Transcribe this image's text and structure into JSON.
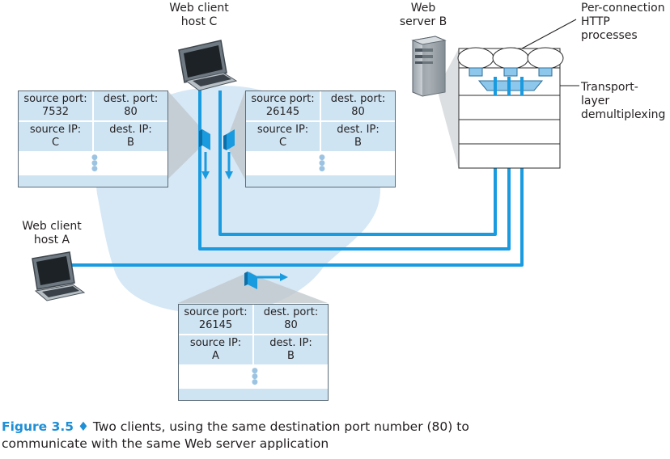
{
  "labels": {
    "host_c": [
      "Web client",
      "host C"
    ],
    "host_a": [
      "Web client",
      "host A"
    ],
    "server_b": [
      "Web",
      "server B"
    ],
    "per_connection": [
      "Per-connection",
      "HTTP",
      "processes"
    ],
    "transport": [
      "Transport-",
      "layer",
      "demultiplexing"
    ]
  },
  "segments": {
    "left": {
      "src_port_label": "source port:",
      "src_port": "7532",
      "dst_port_label": "dest. port:",
      "dst_port": "80",
      "src_ip_label": "source IP:",
      "src_ip": "C",
      "dst_ip_label": "dest. IP:",
      "dst_ip": "B"
    },
    "right": {
      "src_port_label": "source port:",
      "src_port": "26145",
      "dst_port_label": "dest. port:",
      "dst_port": "80",
      "src_ip_label": "source IP:",
      "src_ip": "C",
      "dst_ip_label": "dest. IP:",
      "dst_ip": "B"
    },
    "bottom": {
      "src_port_label": "source port:",
      "src_port": "26145",
      "dst_port_label": "dest. port:",
      "dst_port": "80",
      "src_ip_label": "source IP:",
      "src_ip": "A",
      "dst_ip_label": "dest. IP:",
      "dst_ip": "B"
    }
  },
  "caption": {
    "figure": "Figure 3.5",
    "diamond": "♦",
    "text1": " Two clients, using the same destination port number (80) to",
    "text2": "communicate with the same Web server application"
  },
  "colors": {
    "link": "#1a9be0",
    "cloud": "#d6e8f5",
    "cell": "#cfe4f3",
    "caption_accent": "#1f8fd6"
  }
}
